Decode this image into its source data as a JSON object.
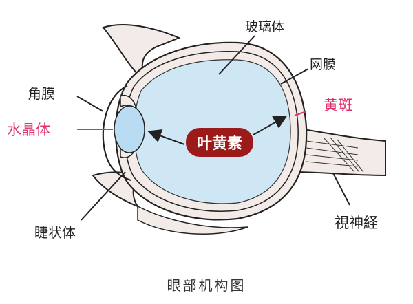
{
  "labels": {
    "vitreous": "玻璃体",
    "retina": "网膜",
    "cornea": "角膜",
    "macula": "黄斑",
    "lens": "水晶体",
    "lutein": "叶黄素",
    "ciliary": "睫状体",
    "optic_nerve": "視神経"
  },
  "caption": "眼部机构图",
  "colors": {
    "pink_label": "#e0306a",
    "badge_fill": "#9b1a1a",
    "vitreous_fill": "#cfe6f5",
    "lens_fill": "#b9dcf2",
    "tissue_fill": "#f3ebe7",
    "stroke": "#222222"
  }
}
